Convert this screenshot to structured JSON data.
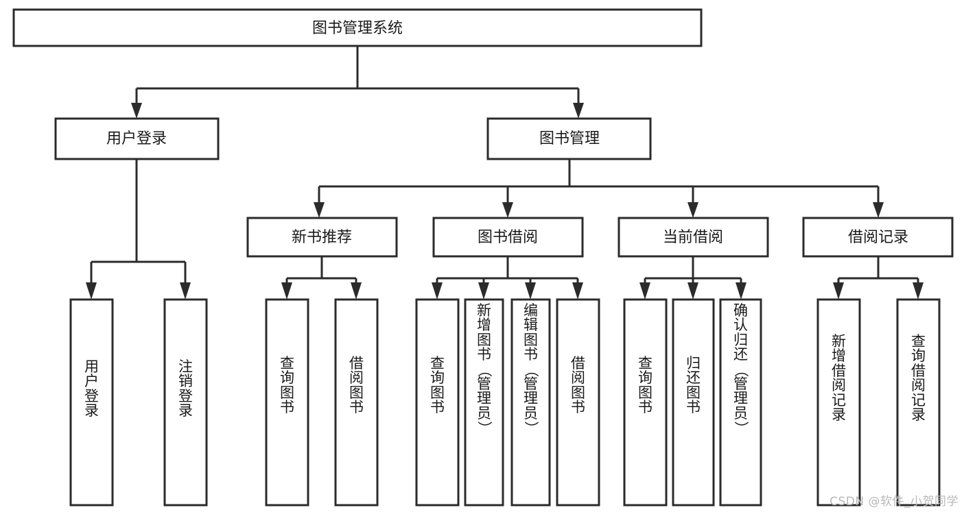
{
  "diagram": {
    "type": "tree",
    "title": "图书管理系统",
    "orientation": "top-down",
    "root": {
      "id": "root",
      "label": "图书管理系统"
    },
    "level2": [
      {
        "id": "user-login",
        "label": "用户登录"
      },
      {
        "id": "book-management",
        "label": "图书管理"
      }
    ],
    "level3": [
      {
        "id": "new-book-recommend",
        "label": "新书推荐",
        "parent": "book-management"
      },
      {
        "id": "book-borrow",
        "label": "图书借阅",
        "parent": "book-management"
      },
      {
        "id": "current-borrow",
        "label": "当前借阅",
        "parent": "book-management"
      },
      {
        "id": "borrow-record",
        "label": "借阅记录",
        "parent": "book-management"
      }
    ],
    "leaves": [
      {
        "id": "leaf-user-login",
        "label": "用户登录",
        "parent": "user-login"
      },
      {
        "id": "leaf-logout-login",
        "label": "注销登录",
        "parent": "user-login"
      },
      {
        "id": "leaf-query-book-1",
        "label": "查询图书",
        "parent": "new-book-recommend"
      },
      {
        "id": "leaf-borrow-book-1",
        "label": "借阅图书",
        "parent": "new-book-recommend"
      },
      {
        "id": "leaf-query-book-2",
        "label": "查询图书",
        "parent": "book-borrow"
      },
      {
        "id": "leaf-add-book",
        "label": "新增图书（管理员）",
        "parent": "book-borrow"
      },
      {
        "id": "leaf-edit-book",
        "label": "编辑图书（管理员）",
        "parent": "book-borrow"
      },
      {
        "id": "leaf-borrow-book-2",
        "label": "借阅图书",
        "parent": "book-borrow"
      },
      {
        "id": "leaf-query-book-3",
        "label": "查询图书",
        "parent": "current-borrow"
      },
      {
        "id": "leaf-return-book",
        "label": "归还图书",
        "parent": "current-borrow"
      },
      {
        "id": "leaf-confirm-return",
        "label": "确认归还（管理员）",
        "parent": "current-borrow"
      },
      {
        "id": "leaf-add-record",
        "label": "新增借阅记录",
        "parent": "borrow-record"
      },
      {
        "id": "leaf-query-record",
        "label": "查询借阅记录",
        "parent": "borrow-record"
      }
    ]
  },
  "watermark": {
    "text": "CSDN @软件_小贺同学"
  },
  "colors": {
    "stroke": "#2b2b2b",
    "fill": "#ffffff",
    "text": "#1a1a1a",
    "watermark": "#b8b8b8"
  }
}
